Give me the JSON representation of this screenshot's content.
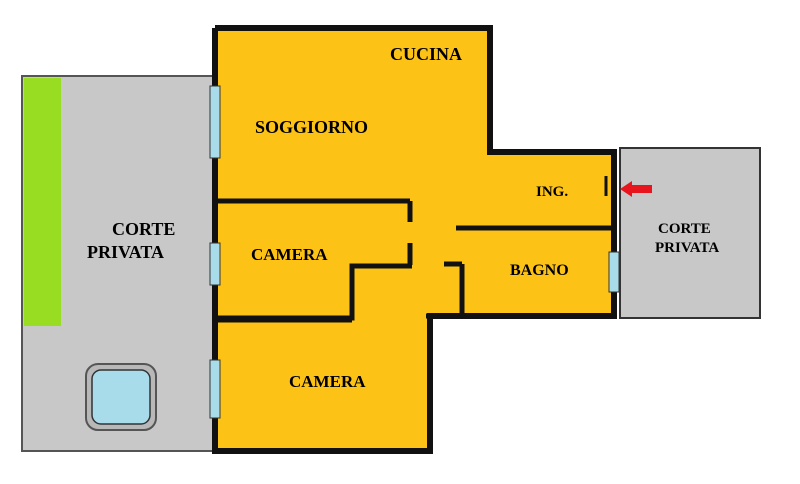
{
  "labels": {
    "cucina": "CUCINA",
    "soggiorno": "SOGGIORNO",
    "ingresso": "ING.",
    "camera_small": "CAMERA",
    "bagno": "BAGNO",
    "camera_large": "CAMERA",
    "corte_left_line1": "CORTE",
    "corte_left_line2": "PRIVATA",
    "corte_right_line1": "CORTE",
    "corte_right_line2": "PRIVATA"
  },
  "colors": {
    "apartment_fill": "#fcc316",
    "courtyard_fill": "#c8c8c8",
    "garden_strip": "#99dd22",
    "window_fill": "#a8dcea",
    "pool_fill": "#a8dcea",
    "wall": "#111111",
    "entry_arrow": "#e8141e"
  },
  "icons": {
    "entry": "entry-arrow-icon",
    "pool": "pool-icon"
  }
}
